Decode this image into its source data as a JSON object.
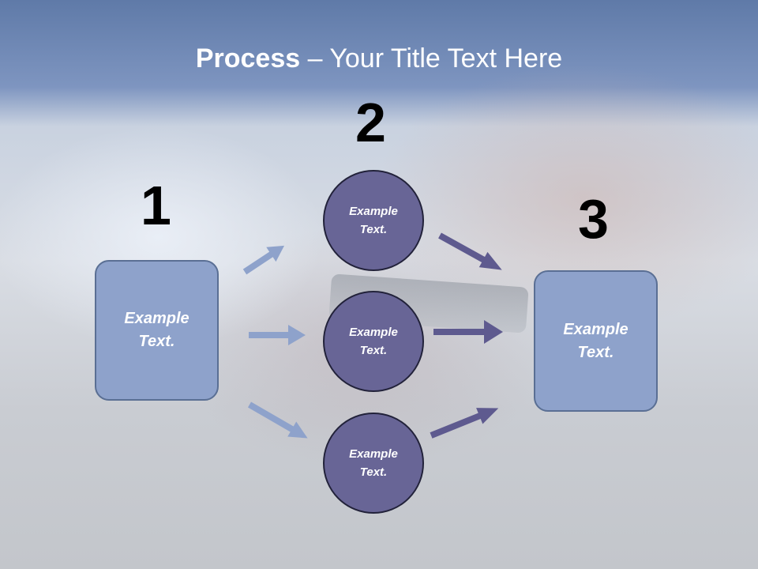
{
  "slide": {
    "title_bold": "Process",
    "title_rest": " – Your Title Text Here"
  },
  "steps": {
    "one": {
      "number": "1",
      "label": "Example\nText."
    },
    "two": {
      "number": "2"
    },
    "three": {
      "number": "3",
      "label": "Example\nText."
    }
  },
  "circles": [
    {
      "label": "Example\nText."
    },
    {
      "label": "Example\nText."
    },
    {
      "label": "Example\nText."
    }
  ],
  "colors": {
    "light_box": "#8ea2cb",
    "circle_fill": "#686596",
    "light_arrow": "#8ea2cb",
    "dark_arrow": "#5e5a8f"
  }
}
